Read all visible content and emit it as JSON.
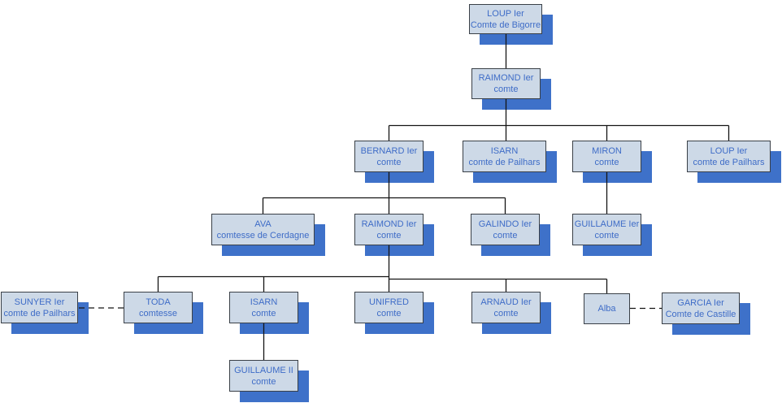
{
  "diagram": {
    "type": "family-tree",
    "colors": {
      "box_fill": "#cdd9e7",
      "box_border": "#3a4047",
      "text": "#3e6cc7",
      "shadow": "#3e71c9",
      "line": "#141414",
      "background": "#ffffff"
    },
    "nodes": {
      "loup1_bigorre": {
        "name": "LOUP Ier",
        "title": "Comte de Bigorre"
      },
      "raimond1": {
        "name": "RAIMOND Ier",
        "title": "comte"
      },
      "bernard1": {
        "name": "BERNARD Ier",
        "title": "comte"
      },
      "isarn_pailhars": {
        "name": "ISARN",
        "title": "comte de Pailhars"
      },
      "miron": {
        "name": "MIRON",
        "title": "comte"
      },
      "loup1_pailhars": {
        "name": "LOUP Ier",
        "title": "comte de Pailhars"
      },
      "ava": {
        "name": "AVA",
        "title": "comtesse de Cerdagne"
      },
      "raimond1_b": {
        "name": "RAIMOND Ier",
        "title": "comte"
      },
      "galindo1": {
        "name": "GALINDO Ier",
        "title": "comte"
      },
      "guillaume1": {
        "name": "GUILLAUME Ier",
        "title": "comte"
      },
      "sunyer1": {
        "name": "SUNYER Ier",
        "title": "comte de Pailhars"
      },
      "toda": {
        "name": "TODA",
        "title": "comtesse"
      },
      "isarn2": {
        "name": "ISARN",
        "title": "comte"
      },
      "unifred": {
        "name": "UNIFRED",
        "title": "comte"
      },
      "arnaud1": {
        "name": "ARNAUD Ier",
        "title": "comte"
      },
      "alba": {
        "name": "Alba",
        "title": ""
      },
      "garcia1": {
        "name": "GARCIA Ier",
        "title": "Comte de Castille"
      },
      "guillaume2": {
        "name": "GUILLAUME II",
        "title": "comte"
      }
    },
    "edges": {
      "parent_child": [
        [
          "loup1_bigorre",
          "raimond1"
        ],
        [
          "raimond1",
          "bernard1"
        ],
        [
          "raimond1",
          "isarn_pailhars"
        ],
        [
          "raimond1",
          "miron"
        ],
        [
          "raimond1",
          "loup1_pailhars"
        ],
        [
          "bernard1",
          "ava"
        ],
        [
          "bernard1",
          "raimond1_b"
        ],
        [
          "bernard1",
          "galindo1"
        ],
        [
          "miron",
          "guillaume1"
        ],
        [
          "raimond1_b",
          "toda"
        ],
        [
          "raimond1_b",
          "isarn2"
        ],
        [
          "raimond1_b",
          "unifred"
        ],
        [
          "raimond1_b",
          "arnaud1"
        ],
        [
          "raimond1_b",
          "alba"
        ],
        [
          "isarn2",
          "guillaume2"
        ]
      ],
      "marriage_dashed": [
        [
          "sunyer1",
          "toda"
        ],
        [
          "alba",
          "garcia1"
        ]
      ]
    }
  }
}
